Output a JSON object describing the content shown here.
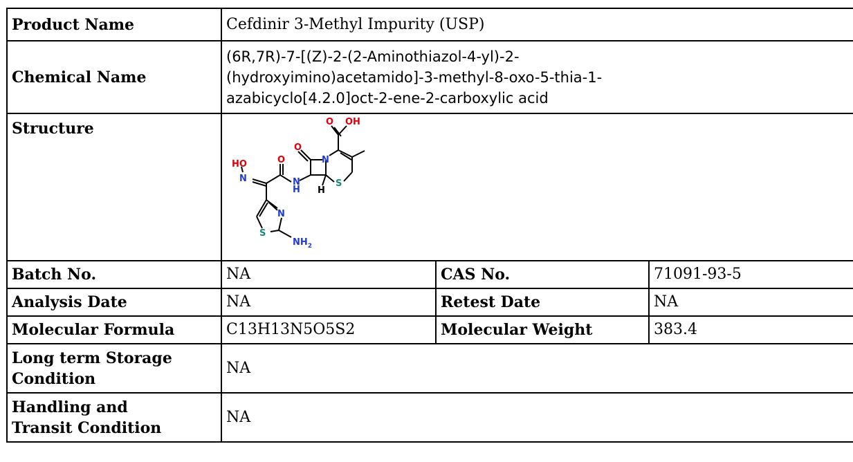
{
  "rows": {
    "product_name": {
      "label": "Product Name",
      "value": "Cefdinir 3-Methyl Impurity (USP)"
    },
    "chemical_name": {
      "label": "Chemical Name",
      "lines": [
        "(6R,7R)-7-[(Z)-2-(2-Aminothiazol-4-yl)-2-",
        "(hydroxyimino)acetamido]-3-methyl-8-oxo-5-thia-1-",
        "azabicyclo[4.2.0]oct-2-ene-2-carboxylic acid"
      ]
    },
    "structure": {
      "label": "Structure"
    },
    "batch": {
      "label": "Batch No.",
      "value": "NA",
      "label2": "CAS No.",
      "value2": "71091-93-5"
    },
    "analysis": {
      "label": "Analysis Date",
      "value": "NA",
      "label2": "Retest Date",
      "value2": "NA"
    },
    "formula": {
      "label": "Molecular Formula",
      "value": "C13H13N5O5S2",
      "label2": "Molecular Weight",
      "value2": "383.4"
    },
    "storage": {
      "label_lines": [
        "Long term Storage",
        "Condition"
      ],
      "value": "NA"
    },
    "handling": {
      "label_lines": [
        "Handling and",
        "Transit Condition"
      ],
      "value": "NA"
    }
  },
  "structure_atoms": {
    "o_top": "O",
    "oh_top": "OH",
    "o_lactam": "O",
    "n_ring": "N",
    "s_ring": "S",
    "o_amide": "O",
    "ho": "HO",
    "n_oxime": "N",
    "n_amide": "N",
    "h_amide": "H",
    "h_stereo": "H",
    "n_thiazole": "N",
    "s_thiazole": "S",
    "nh2": "NH",
    "nh2_sub": "2"
  },
  "colors": {
    "oxygen": "#e0000b",
    "nitrogen": "#1f3ccf",
    "sulfur": "#1a8a7a",
    "border": "#000000"
  }
}
